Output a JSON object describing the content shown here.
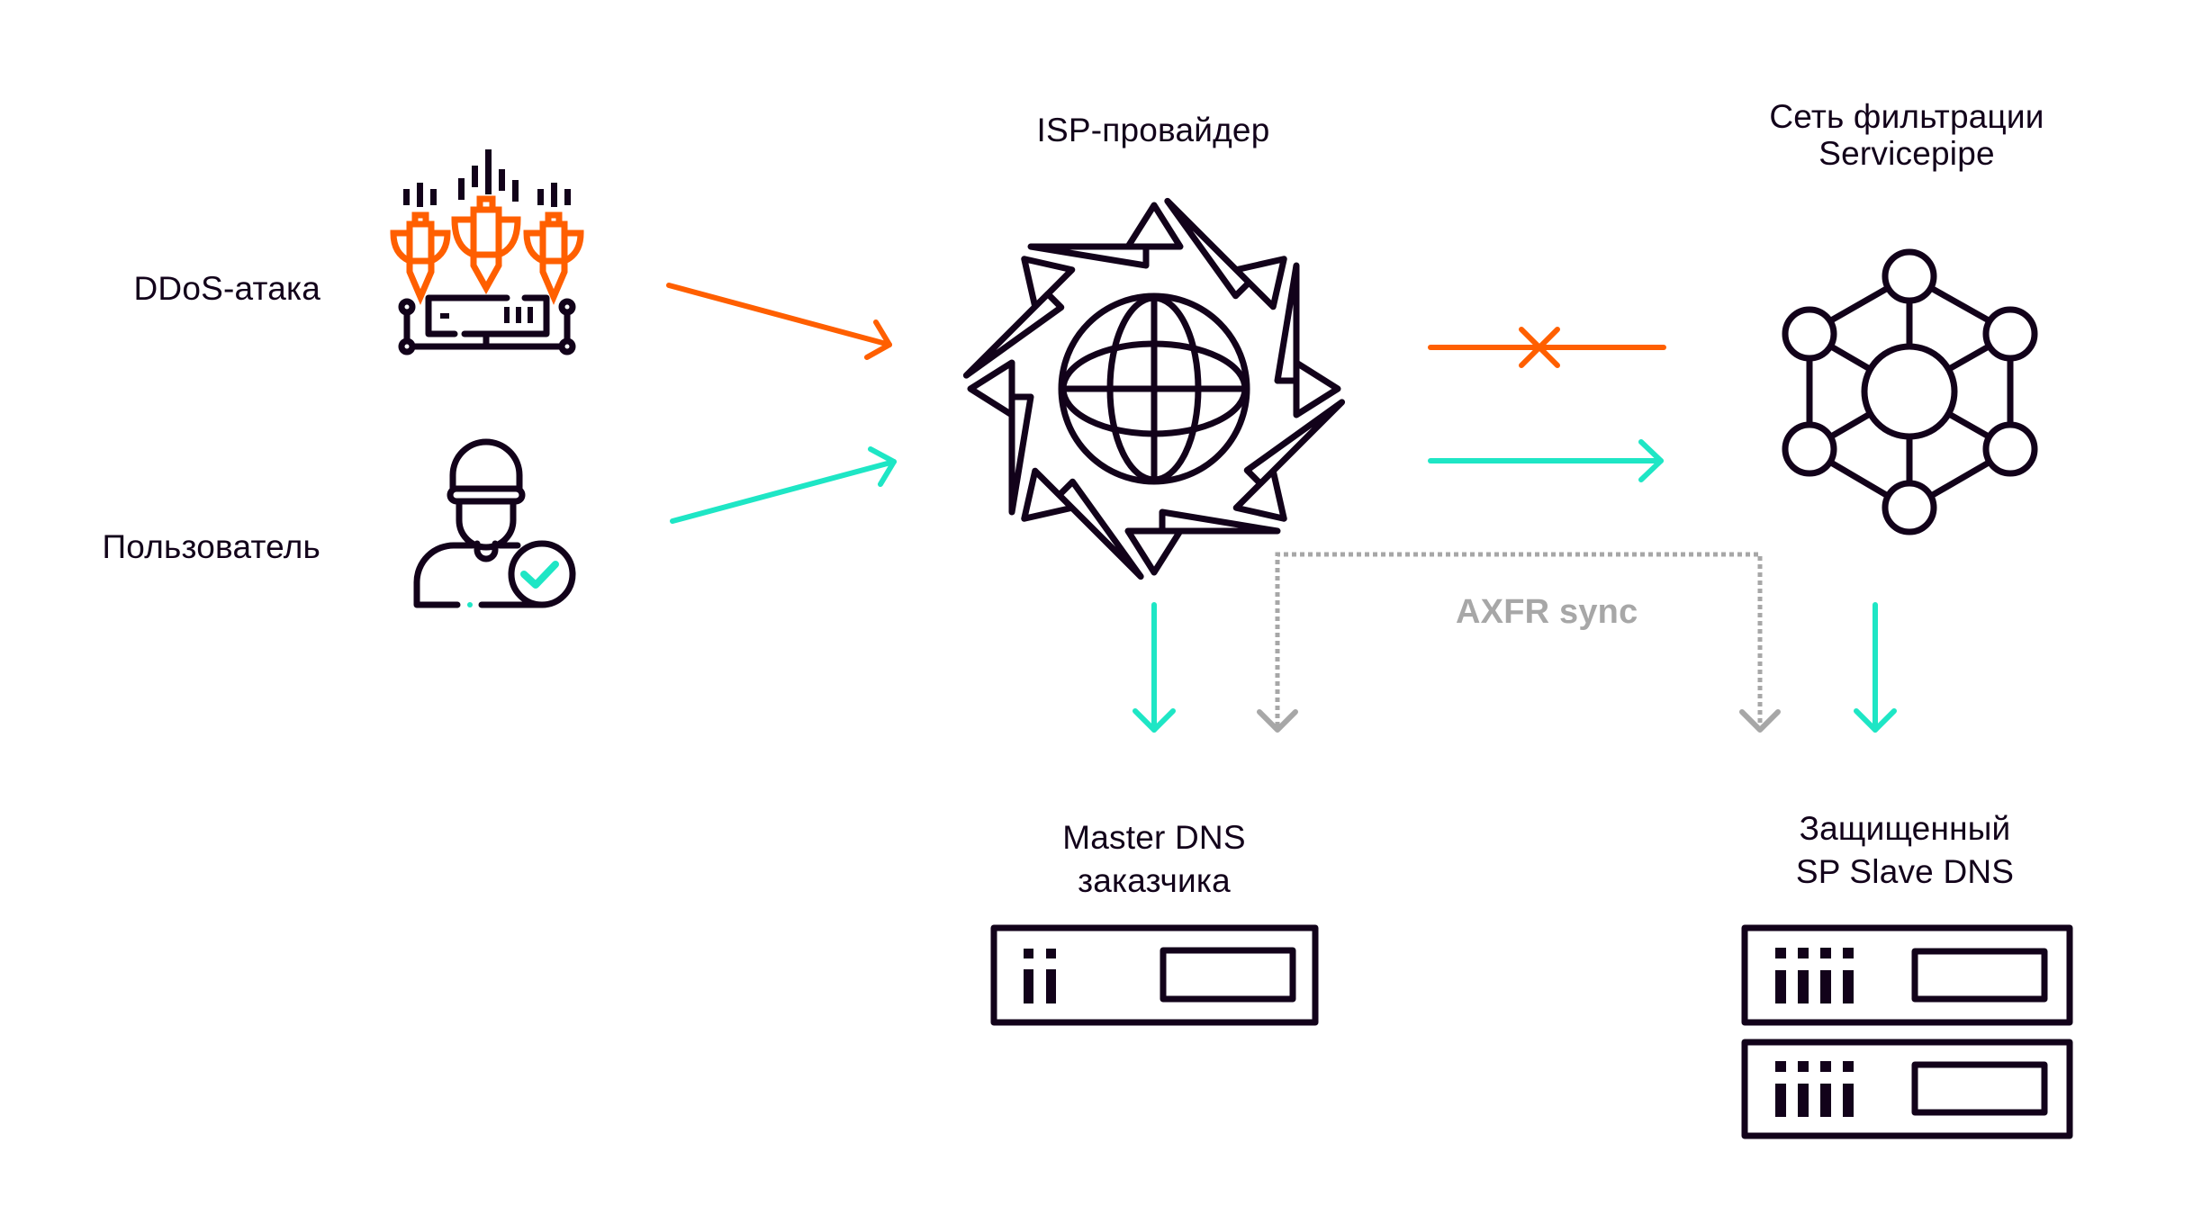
{
  "nodes": {
    "ddos": {
      "label": "DDoS-атака",
      "icon": "ddos-bombs-server-icon"
    },
    "user": {
      "label": "Пользователь",
      "icon": "user-verified-icon"
    },
    "isp": {
      "label": "ISP-провайдер",
      "icon": "globe-broadcast-icon"
    },
    "filter": {
      "label_line1": "Сеть фильтрации",
      "label_line2": "Servicepipe",
      "icon": "network-hub-icon"
    },
    "master_dns": {
      "label_line1": "Master DNS",
      "label_line2": "заказчика",
      "icon": "single-server-icon"
    },
    "slave_dns": {
      "label_line1": "Защищенный",
      "label_line2": "SP Slave DNS",
      "icon": "server-stack-icon"
    }
  },
  "edges": [
    {
      "from": "ddos",
      "to": "isp",
      "kind": "attack"
    },
    {
      "from": "user",
      "to": "isp",
      "kind": "legit"
    },
    {
      "from": "isp",
      "to": "filter",
      "kind": "attack",
      "blocked": true
    },
    {
      "from": "isp",
      "to": "filter",
      "kind": "legit"
    },
    {
      "from": "isp",
      "to": "master_dns",
      "kind": "legit"
    },
    {
      "from": "filter",
      "to": "slave_dns",
      "kind": "legit"
    },
    {
      "from": "sync",
      "to": "master_dns",
      "kind": "sync"
    },
    {
      "from": "sync",
      "to": "slave_dns",
      "kind": "sync"
    }
  ],
  "sync_label": "AXFR sync",
  "colors": {
    "attack": "#ff5f00",
    "legit": "#1ee6c5",
    "sync": "#a7a7a7",
    "ink": "#12021a"
  }
}
